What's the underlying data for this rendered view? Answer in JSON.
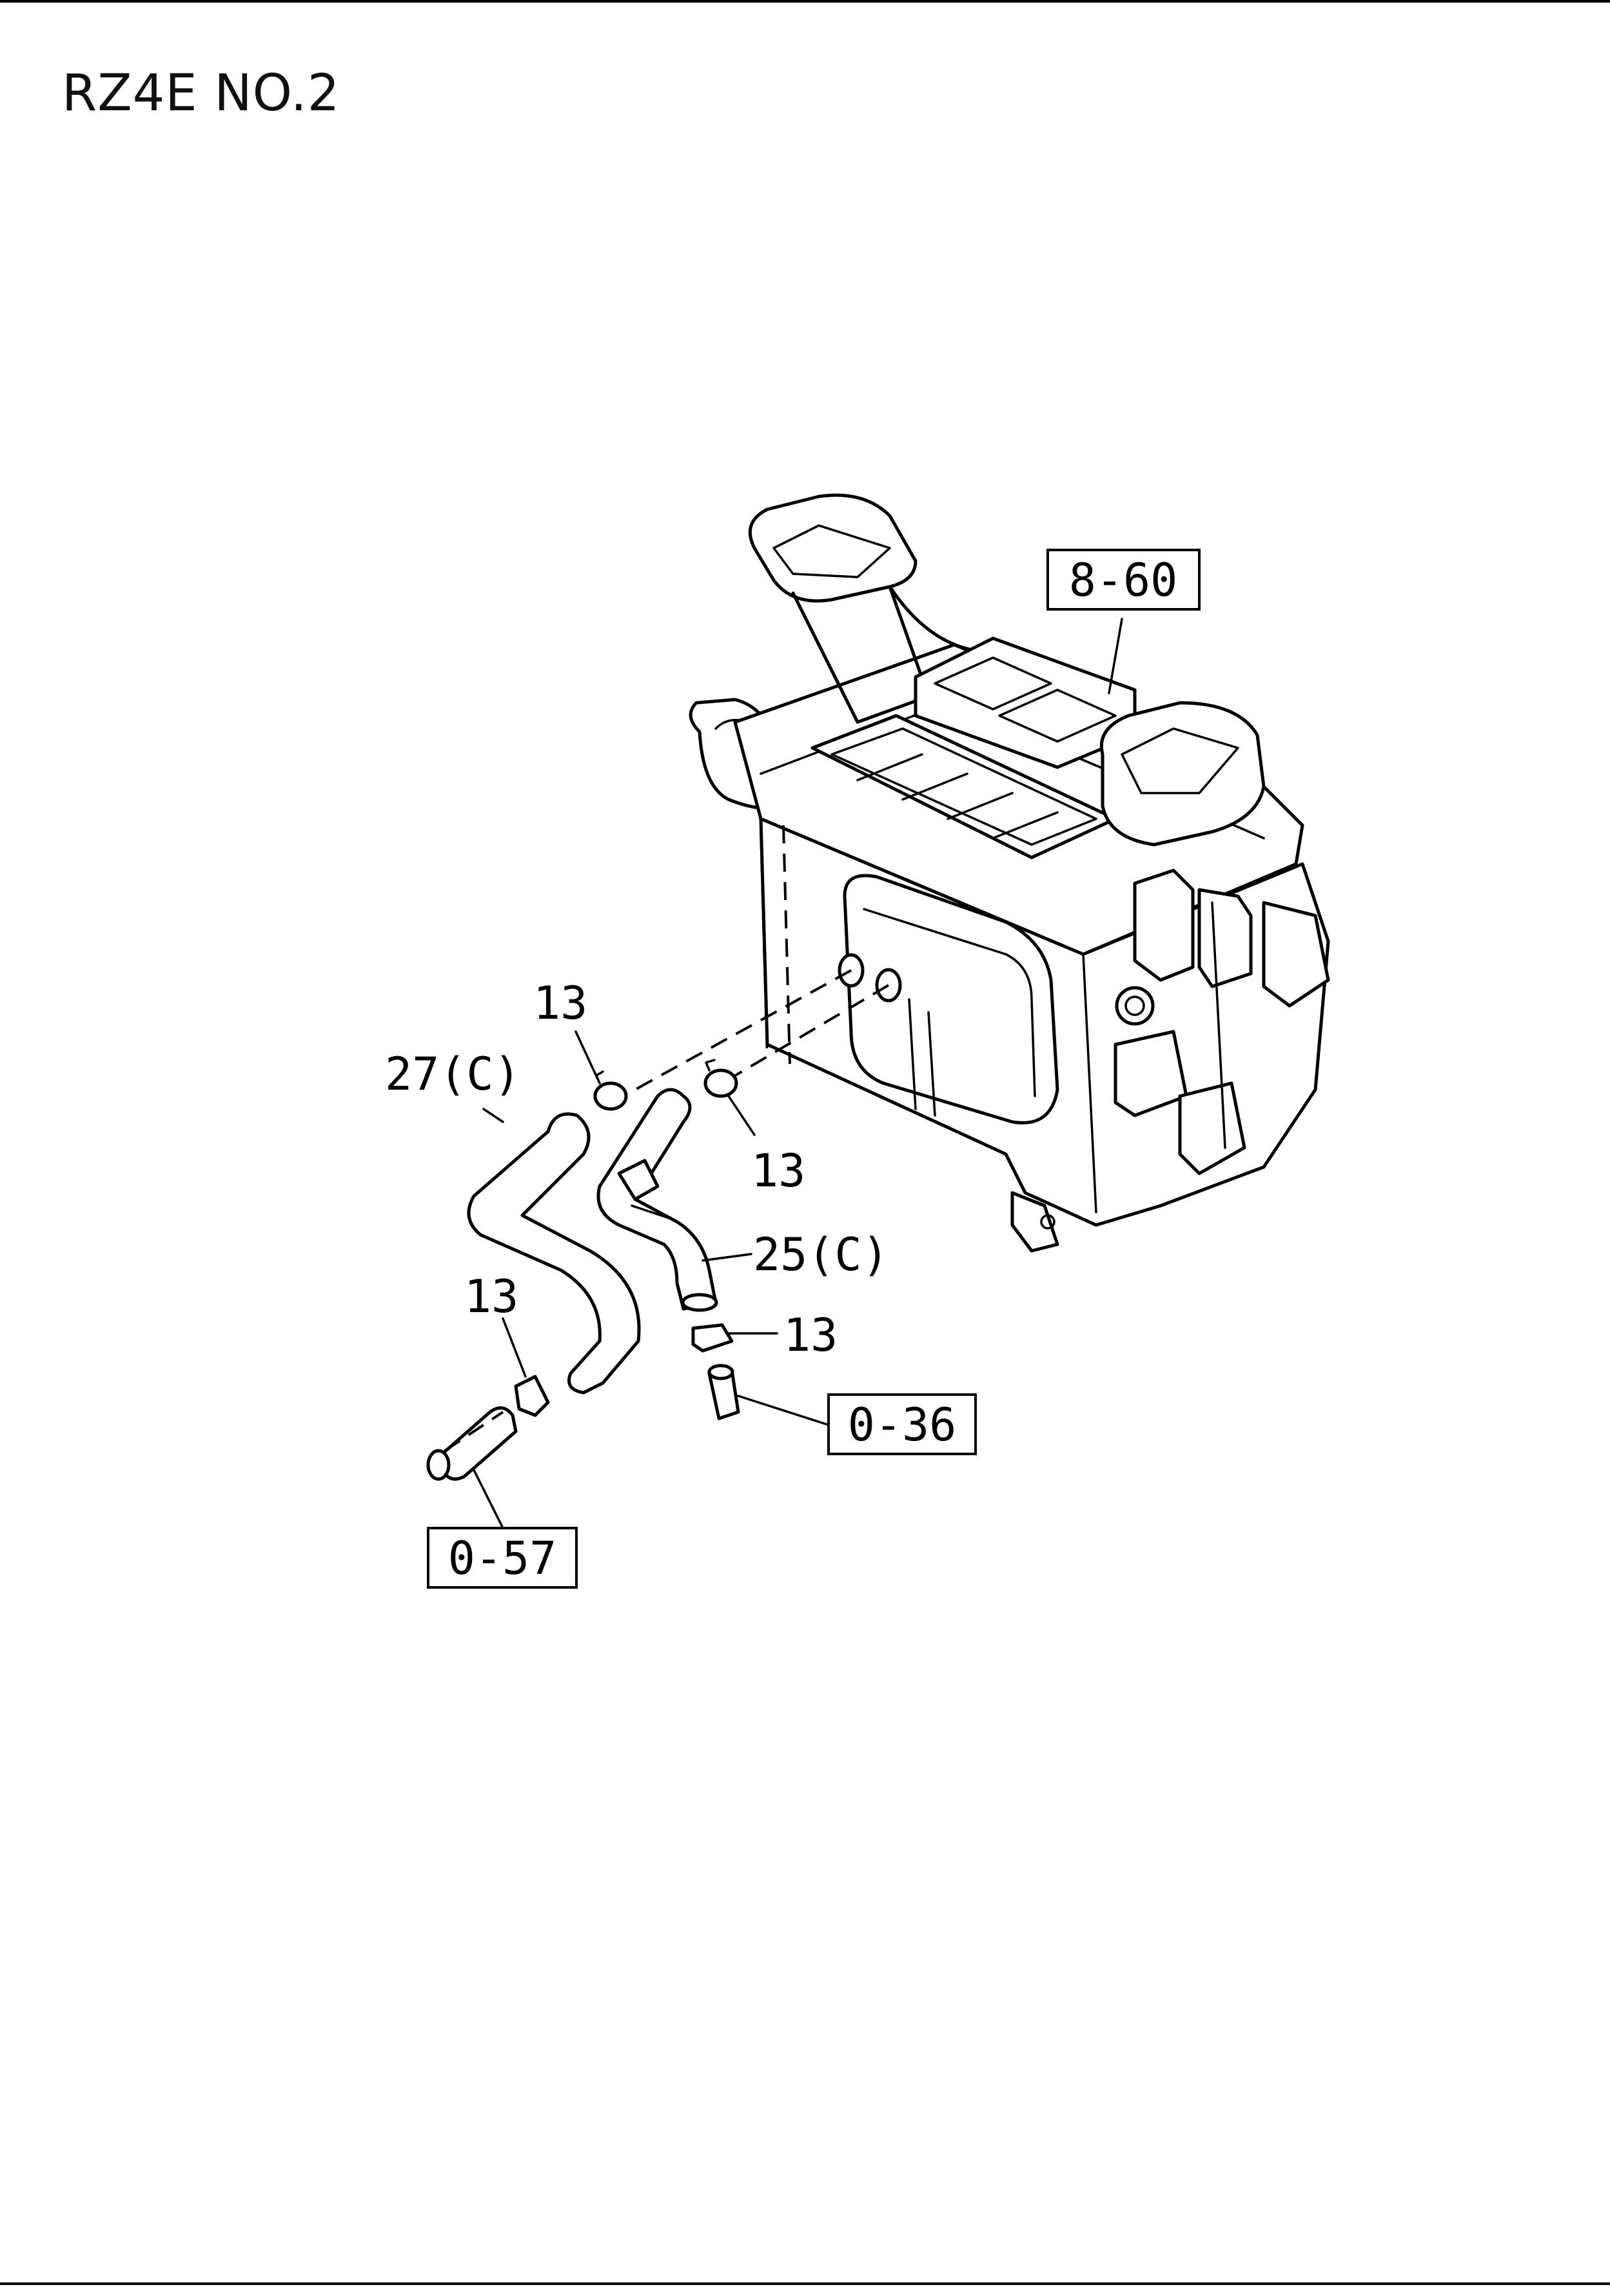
{
  "title": "RZ4E NO.2",
  "callouts": {
    "ref_8_60": "8-60",
    "ref_0_36": "0-36",
    "ref_0_57": "0-57",
    "part_27c": "27(C)",
    "part_25c": "25(C)",
    "clamp_a": "13",
    "clamp_b": "13",
    "clamp_c": "13",
    "clamp_d": "13"
  }
}
